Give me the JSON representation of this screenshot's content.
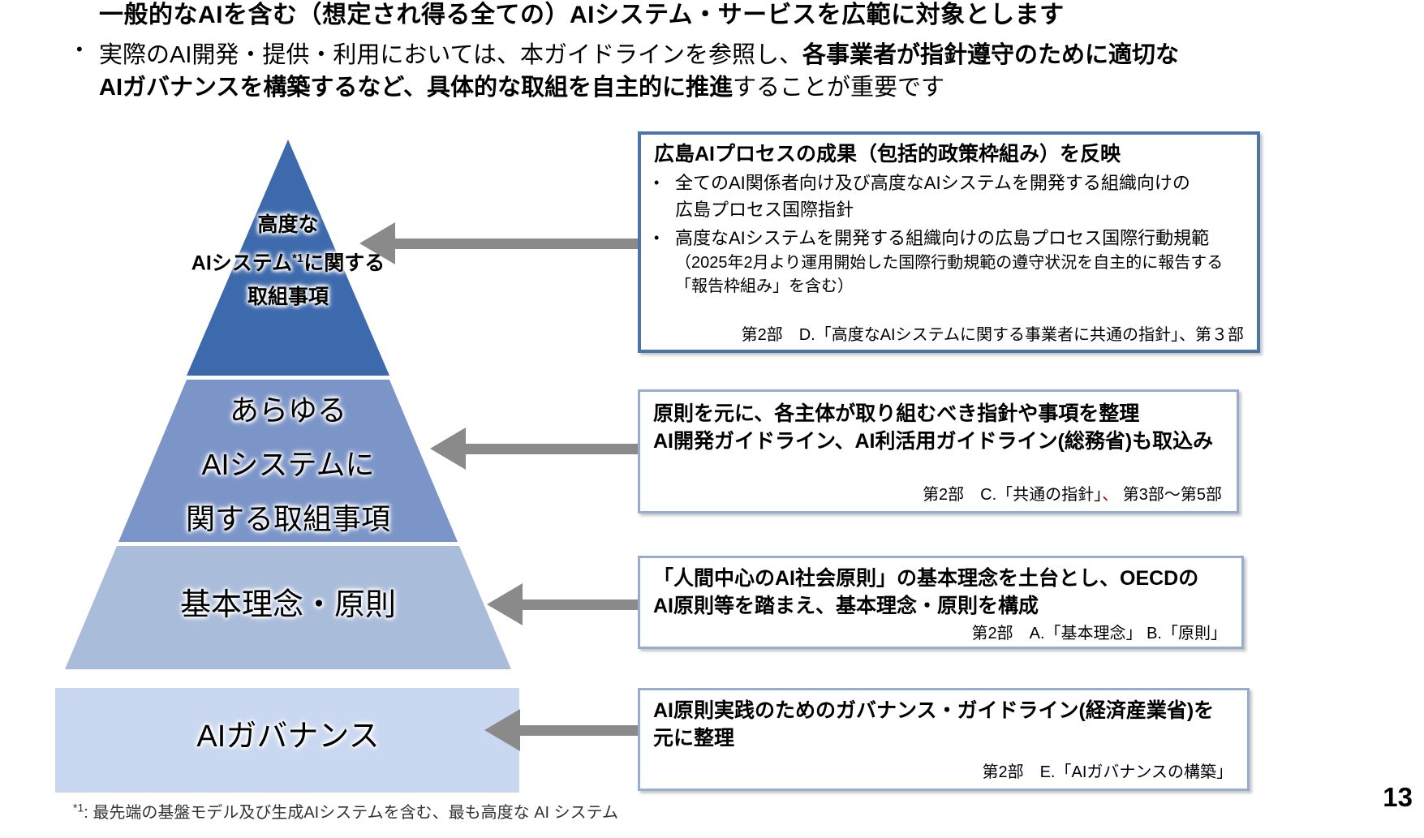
{
  "header": {
    "bullet_glyph": "•",
    "line1": "一般的なAIを含む（想定され得る全ての）AIシステム・サービスを広範に対象とします",
    "line2_normal": "実際のAI開発・提供・利用においては、本ガイドラインを参照し、",
    "line2_bold": "各事業者が指針遵守のために適切な",
    "line3_bold": "AIガバナンスを構築するなど、具体的な取組を自主的に推進",
    "line3_normal": "することが重要です"
  },
  "pyramid": {
    "tier1": {
      "line1": "高度な",
      "line2a": "AIシステム",
      "line2sup": "*1",
      "line2b": "に関する",
      "line3": "取組事項",
      "color": "#3d6aad"
    },
    "tier2": {
      "line1": "あらゆる",
      "line2": "AIシステムに",
      "line3": "関する取組事項",
      "color": "#7b95c8"
    },
    "tier3": {
      "label": "基本理念・原則",
      "color": "#a9bcda"
    },
    "base": {
      "label": "AIガバナンス",
      "color": "#c9d8f0"
    }
  },
  "box1": {
    "title": "広島AIプロセスの成果（包括的政策枠組み）を反映",
    "bullet_glyph": "•",
    "bullet1": "全てのAI関係者向け及び高度なAIシステムを開発する組織向けの\n広島プロセス国際指針",
    "bullet2": "高度なAIシステムを開発する組織向けの広島プロセス国際行動規範",
    "note": "（2025年2月より運用開始した国際行動規範の遵守状況を自主的に報告する\n「報告枠組み」を含む）",
    "footer": "第2部　D.「高度なAIシステムに関する事業者に共通の指針」、第３部"
  },
  "box2": {
    "title": "原則を元に、各主体が取り組むべき指針や事項を整理\nAI開発ガイドライン、AI利活用ガイドライン(総務省)も取込み",
    "footer_a": "第2部　C.「共通の指針」",
    "footer_red": "、",
    "footer_b": " 第3部～第5部"
  },
  "box3": {
    "title": "「人間中心のAI社会原則」の基本理念を土台とし、OECDの\nAI原則等を踏まえ、基本理念・原則を構成",
    "footer": "第2部　A.「基本理念」 B.「原則」"
  },
  "box4": {
    "title": "AI原則実践のためのガバナンス・ガイドライン(経済産業省)を\n元に整理",
    "footer": "第2部　E.「AIガバナンスの構築」"
  },
  "footnote": {
    "marker": "*1",
    "text": ": 最先端の基盤モデル及び生成AIシステムを含む、最も高度な AI システム"
  },
  "page_number": "13",
  "colors": {
    "tier1_blue": "#3d6aad",
    "tier2_blue": "#7b95c8",
    "tier3_blue": "#a9bcda",
    "base_blue": "#c9d8f0",
    "box1_border": "#4d74a8",
    "box_border": "#97add0",
    "arrow_gray": "#8a8a8a",
    "red_comma": "#c00000"
  }
}
